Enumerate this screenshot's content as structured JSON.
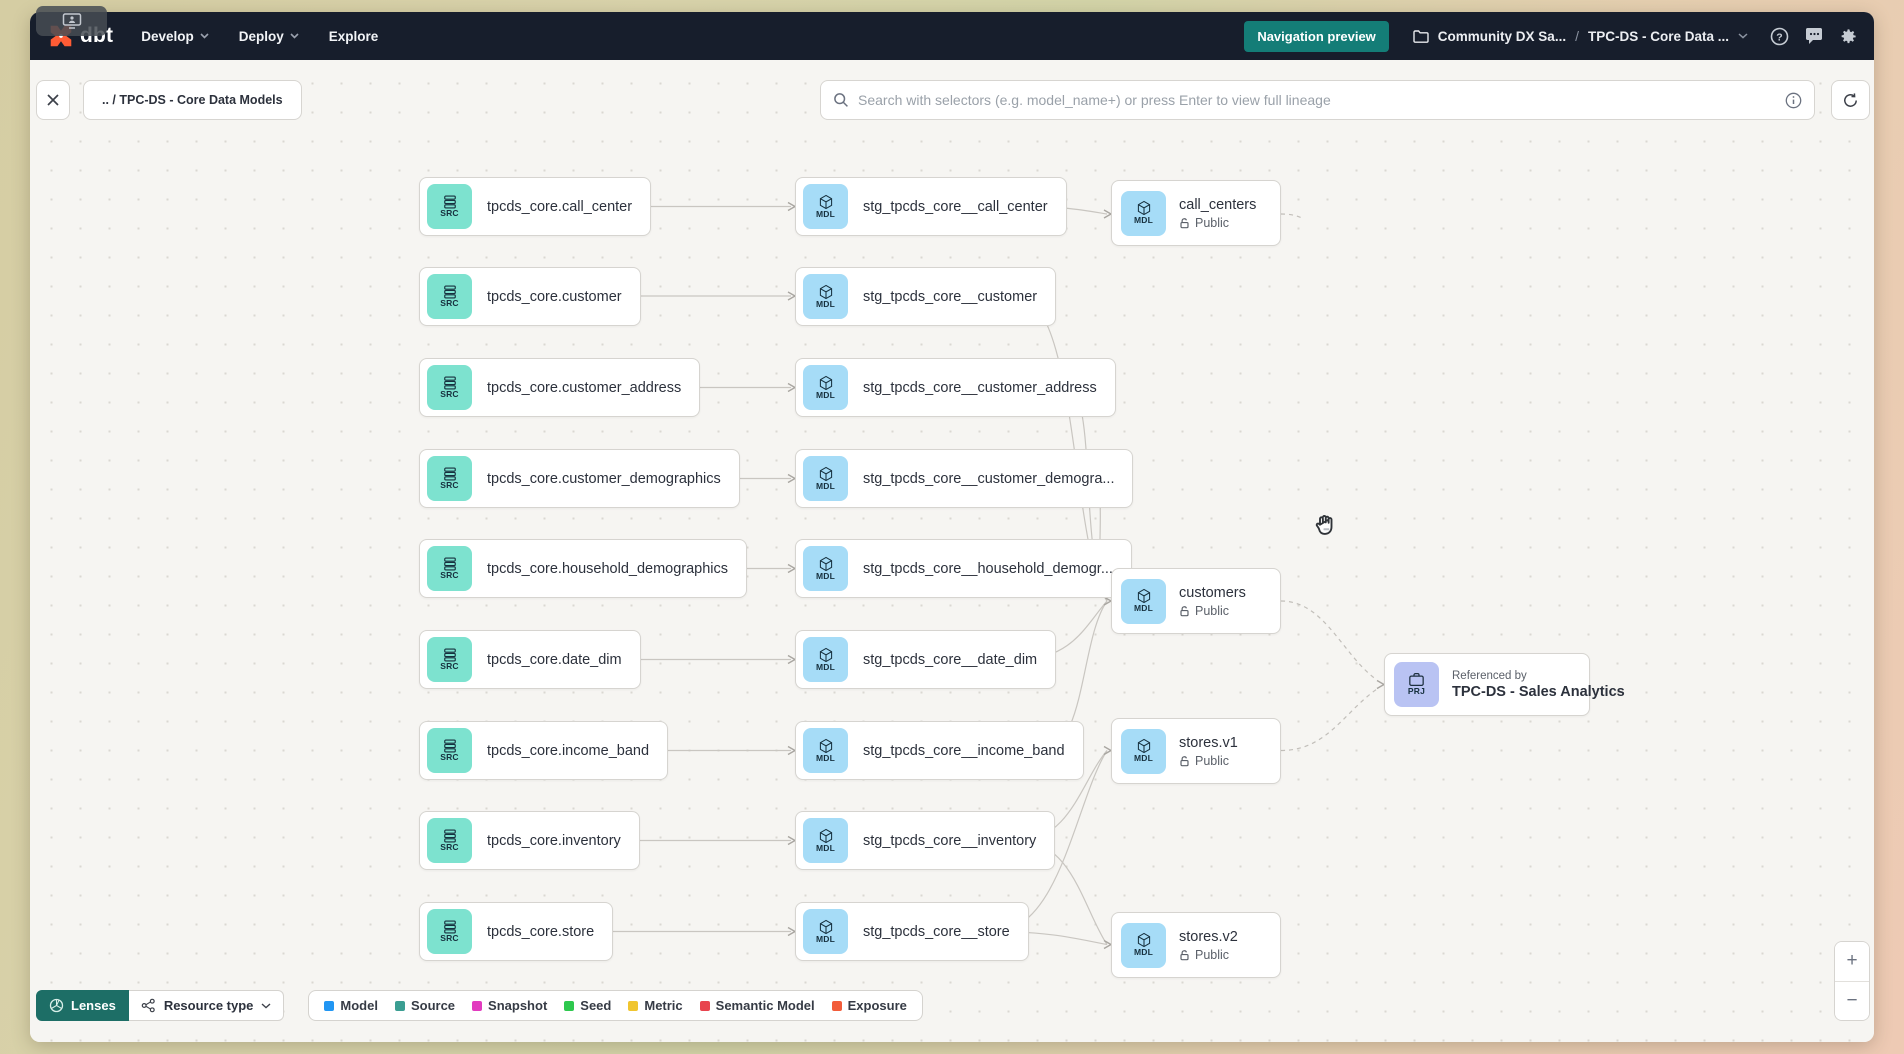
{
  "navbar": {
    "logo_text": "dbt",
    "menus": [
      {
        "label": "Develop"
      },
      {
        "label": "Deploy"
      },
      {
        "label": "Explore"
      }
    ],
    "nav_preview_label": "Navigation preview",
    "project_crumb": "Community DX Sa...",
    "crumb_separator": "/",
    "page_crumb": "TPC-DS - Core Data ...",
    "navbar_bg": "#171e2c",
    "preview_button_color": "#147d77"
  },
  "toolbar": {
    "breadcrumb": ".. / TPC-DS - Core Data Models",
    "search_placeholder": "Search with selectors (e.g. model_name+) or press Enter to view full lineage"
  },
  "graph": {
    "badge_src": "SRC",
    "badge_mdl": "MDL",
    "badge_prj": "PRJ",
    "src_icon_color": "#7de2cf",
    "mdl_icon_color": "#a6dcf7",
    "prj_icon_color": "#b9c3f3",
    "rows": [
      {
        "source": "tpcds_core.call_center",
        "staging": "stg_tpcds_core__call_center"
      },
      {
        "source": "tpcds_core.customer",
        "staging": "stg_tpcds_core__customer"
      },
      {
        "source": "tpcds_core.customer_address",
        "staging": "stg_tpcds_core__customer_address"
      },
      {
        "source": "tpcds_core.customer_demographics",
        "staging": "stg_tpcds_core__customer_demogra..."
      },
      {
        "source": "tpcds_core.household_demographics",
        "staging": "stg_tpcds_core__household_demogr..."
      },
      {
        "source": "tpcds_core.date_dim",
        "staging": "stg_tpcds_core__date_dim"
      },
      {
        "source": "tpcds_core.income_band",
        "staging": "stg_tpcds_core__income_band"
      },
      {
        "source": "tpcds_core.inventory",
        "staging": "stg_tpcds_core__inventory"
      },
      {
        "source": "tpcds_core.store",
        "staging": "stg_tpcds_core__store"
      }
    ],
    "public_nodes": [
      {
        "name": "call_centers",
        "access": "Public"
      },
      {
        "name": "customers",
        "access": "Public"
      },
      {
        "name": "stores.v1",
        "access": "Public"
      },
      {
        "name": "stores.v2",
        "access": "Public"
      }
    ],
    "project_node": {
      "label": "Referenced by",
      "name": "TPC-DS - Sales Analytics"
    }
  },
  "footer": {
    "lenses_label": "Lenses",
    "resource_type_label": "Resource type",
    "legend": [
      {
        "label": "Model",
        "color": "#2196f3"
      },
      {
        "label": "Source",
        "color": "#3b9e92"
      },
      {
        "label": "Snapshot",
        "color": "#e23bbf"
      },
      {
        "label": "Seed",
        "color": "#2ec84e"
      },
      {
        "label": "Metric",
        "color": "#f0c52f"
      },
      {
        "label": "Semantic Model",
        "color": "#e8444e"
      },
      {
        "label": "Exposure",
        "color": "#f25c3a"
      }
    ]
  },
  "zoom_controls": {
    "zoom_in": "+",
    "zoom_out": "−"
  }
}
